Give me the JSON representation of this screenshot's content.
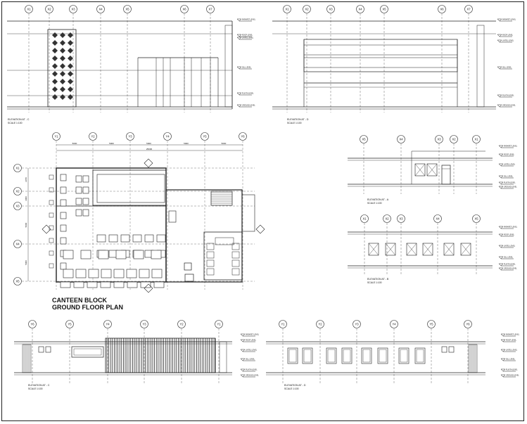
{
  "sheet": {
    "title_line1": "CANTEEN BLOCK",
    "title_line2": "GROUND FLOOR PLAN"
  },
  "elevations": [
    {
      "id": "elev-top-left",
      "label": "ELEVATION AT - C",
      "scale": "SCALE 1:100",
      "grids": [
        "X1",
        "X2",
        "X3",
        "X4",
        "X5",
        "X6",
        "X7"
      ]
    },
    {
      "id": "elev-top-right",
      "label": "ELEVATION AT - D",
      "scale": "SCALE 1:100",
      "grids": [
        "X1",
        "X2",
        "X3",
        "X4",
        "X5",
        "X6",
        "X7"
      ]
    },
    {
      "id": "elev-mid-a",
      "label": "ELEVATION AT - A",
      "scale": "SCALE 1:100",
      "grids": [
        "X5",
        "X4",
        "X3",
        "X2",
        "X1"
      ]
    },
    {
      "id": "elev-mid-b",
      "label": "ELEVATION AT - B",
      "scale": "SCALE 1:100",
      "grids": [
        "X1",
        "X2",
        "X3",
        "X4",
        "X5"
      ]
    },
    {
      "id": "elev-bot-left",
      "label": "ELEVATION AT - C",
      "scale": "SCALE 1:100",
      "grids": [
        "Y6",
        "Y5",
        "Y4",
        "Y3",
        "Y2",
        "Y1"
      ]
    },
    {
      "id": "elev-bot-right",
      "label": "ELEVATION AT - D",
      "scale": "SCALE 1:100",
      "grids": [
        "Y1",
        "Y2",
        "Y3",
        "Y4",
        "Y5",
        "Y6"
      ]
    }
  ],
  "plan": {
    "grid_top": [
      "Y1",
      "Y2",
      "Y3",
      "Y4",
      "Y5",
      "Y6"
    ],
    "grid_left": [
      "X1",
      "X2",
      "X3",
      "X4",
      "X5"
    ],
    "dims_top": [
      "5000",
      "5000",
      "5000",
      "5000",
      "5000"
    ],
    "overall_dim": "25000",
    "dims_left": [
      "2970",
      "3000",
      "5000",
      "5000"
    ]
  },
  "level_tags": [
    "PARAPET LEVEL",
    "ROOF LEVEL",
    "LINTEL LEVEL",
    "SILL LEVEL",
    "PLINTH LEVEL",
    "GROUND LEVEL"
  ]
}
